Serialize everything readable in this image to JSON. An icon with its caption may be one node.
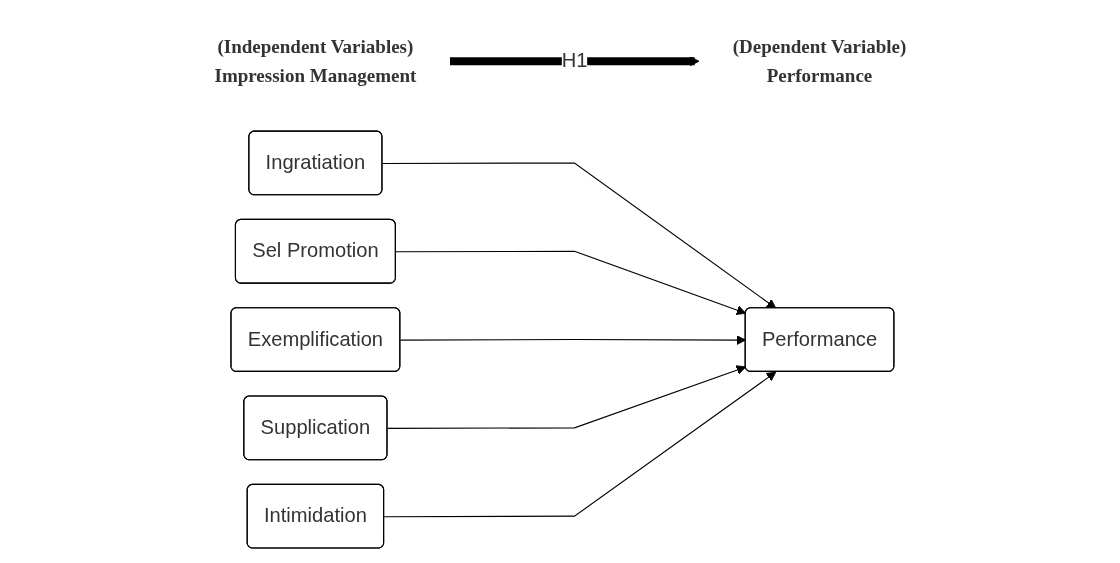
{
  "diagram": {
    "nodes": [
      {
        "text": [
          "(Independent Variables)",
          "Impression Management"
        ]
      },
      {
        "text": [
          "(Dependent Variable)",
          "Performance"
        ]
      },
      {
        "text": [
          "Ingratiation"
        ]
      },
      {
        "text": [
          "Sel Promotion"
        ]
      },
      {
        "text": [
          "Exemplification"
        ]
      },
      {
        "text": [
          "Supplication"
        ]
      },
      {
        "text": [
          "Intimidation"
        ]
      },
      {
        "text": [
          "Performance"
        ]
      }
    ],
    "edges": [
      {
        "from": 0,
        "to": 1,
        "arrow": "to",
        "label": "H1",
        "style": "thick"
      },
      {
        "from": 2,
        "to": 7,
        "arrow": "to"
      },
      {
        "from": 3,
        "to": 7,
        "arrow": "to"
      },
      {
        "from": 4,
        "to": 7,
        "arrow": "to"
      },
      {
        "from": 5,
        "to": 7,
        "arrow": "to"
      },
      {
        "from": 6,
        "to": 7,
        "arrow": "to"
      }
    ]
  }
}
